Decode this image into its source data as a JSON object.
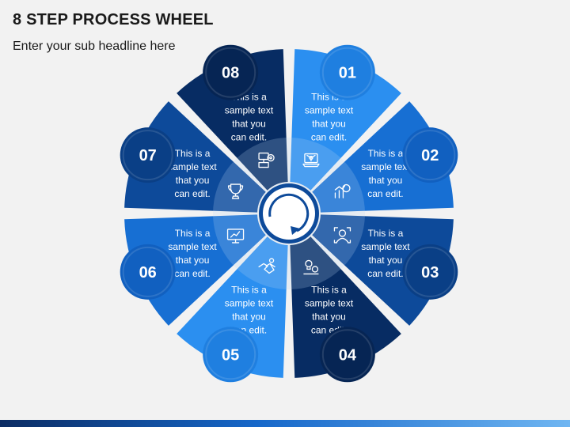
{
  "header": {
    "title": "8 STEP PROCESS WHEEL",
    "subtitle": "Enter your sub headline here"
  },
  "steps": [
    {
      "number": "01",
      "text": [
        "This is a",
        "sample text",
        "that you",
        "can edit."
      ],
      "color": "#2b8ff0",
      "badge_color": "#1f7fe0",
      "icon": "network-laptop-icon"
    },
    {
      "number": "02",
      "text": [
        "This is a",
        "sample text",
        "that you",
        "can edit."
      ],
      "color": "#176fd3",
      "badge_color": "#1160c0",
      "icon": "growth-chart-icon"
    },
    {
      "number": "03",
      "text": [
        "This is a",
        "sample text",
        "that you",
        "can edit."
      ],
      "color": "#0d4a9a",
      "badge_color": "#0a3f86",
      "icon": "user-focus-icon"
    },
    {
      "number": "04",
      "text": [
        "This is a",
        "sample text",
        "that you",
        "can edit."
      ],
      "color": "#072c63",
      "badge_color": "#062554",
      "icon": "idea-gears-icon"
    },
    {
      "number": "05",
      "text": [
        "This is a",
        "sample text",
        "that you",
        "can edit."
      ],
      "color": "#2b8ff0",
      "badge_color": "#1f7fe0",
      "icon": "handshake-icon"
    },
    {
      "number": "06",
      "text": [
        "This is a",
        "sample text",
        "that you",
        "can edit."
      ],
      "color": "#176fd3",
      "badge_color": "#1160c0",
      "icon": "presentation-board-icon"
    },
    {
      "number": "07",
      "text": [
        "This is a",
        "sample text",
        "that you",
        "can edit."
      ],
      "color": "#0d4a9a",
      "badge_color": "#0a3f86",
      "icon": "trophy-icon"
    },
    {
      "number": "08",
      "text": [
        "This is a",
        "sample text",
        "that you",
        "can edit."
      ],
      "color": "#072c63",
      "badge_color": "#062554",
      "icon": "process-gear-icon"
    }
  ],
  "hub": {
    "ring_color": "#b9d7f2",
    "center_color": "#ffffff",
    "arrow_color": "#0d4a9a",
    "icon": "cycle-arrow-icon"
  },
  "colors": {
    "background": "#f2f2f2",
    "icon_stroke": "#ffffff"
  }
}
